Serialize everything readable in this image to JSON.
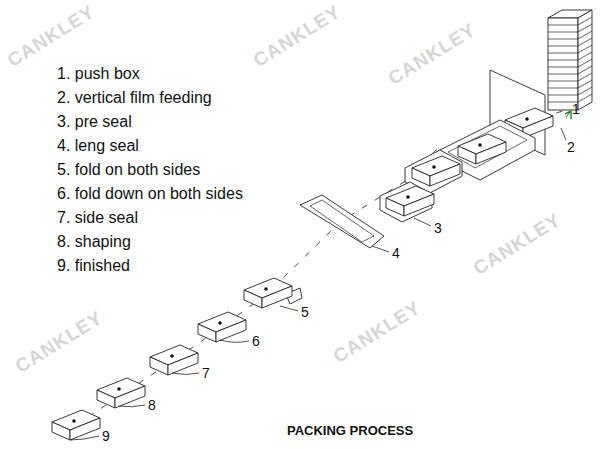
{
  "diagram": {
    "caption": "PACKING PROCESS",
    "labels": [
      "1. push box",
      "2. vertical film feeding",
      "3. pre seal",
      "4. leng seal",
      "5. fold on both sides",
      "6. fold down on both sides",
      "7. side seal",
      "8. shaping",
      "9. finished",
      "1",
      "2",
      "3",
      "4",
      "5",
      "6",
      "7",
      "8",
      "9",
      "CANKLEY",
      "CANKLEY",
      "CANKLEY",
      "CANKLEY",
      "CANKLEY",
      "CANKLEY"
    ]
  }
}
